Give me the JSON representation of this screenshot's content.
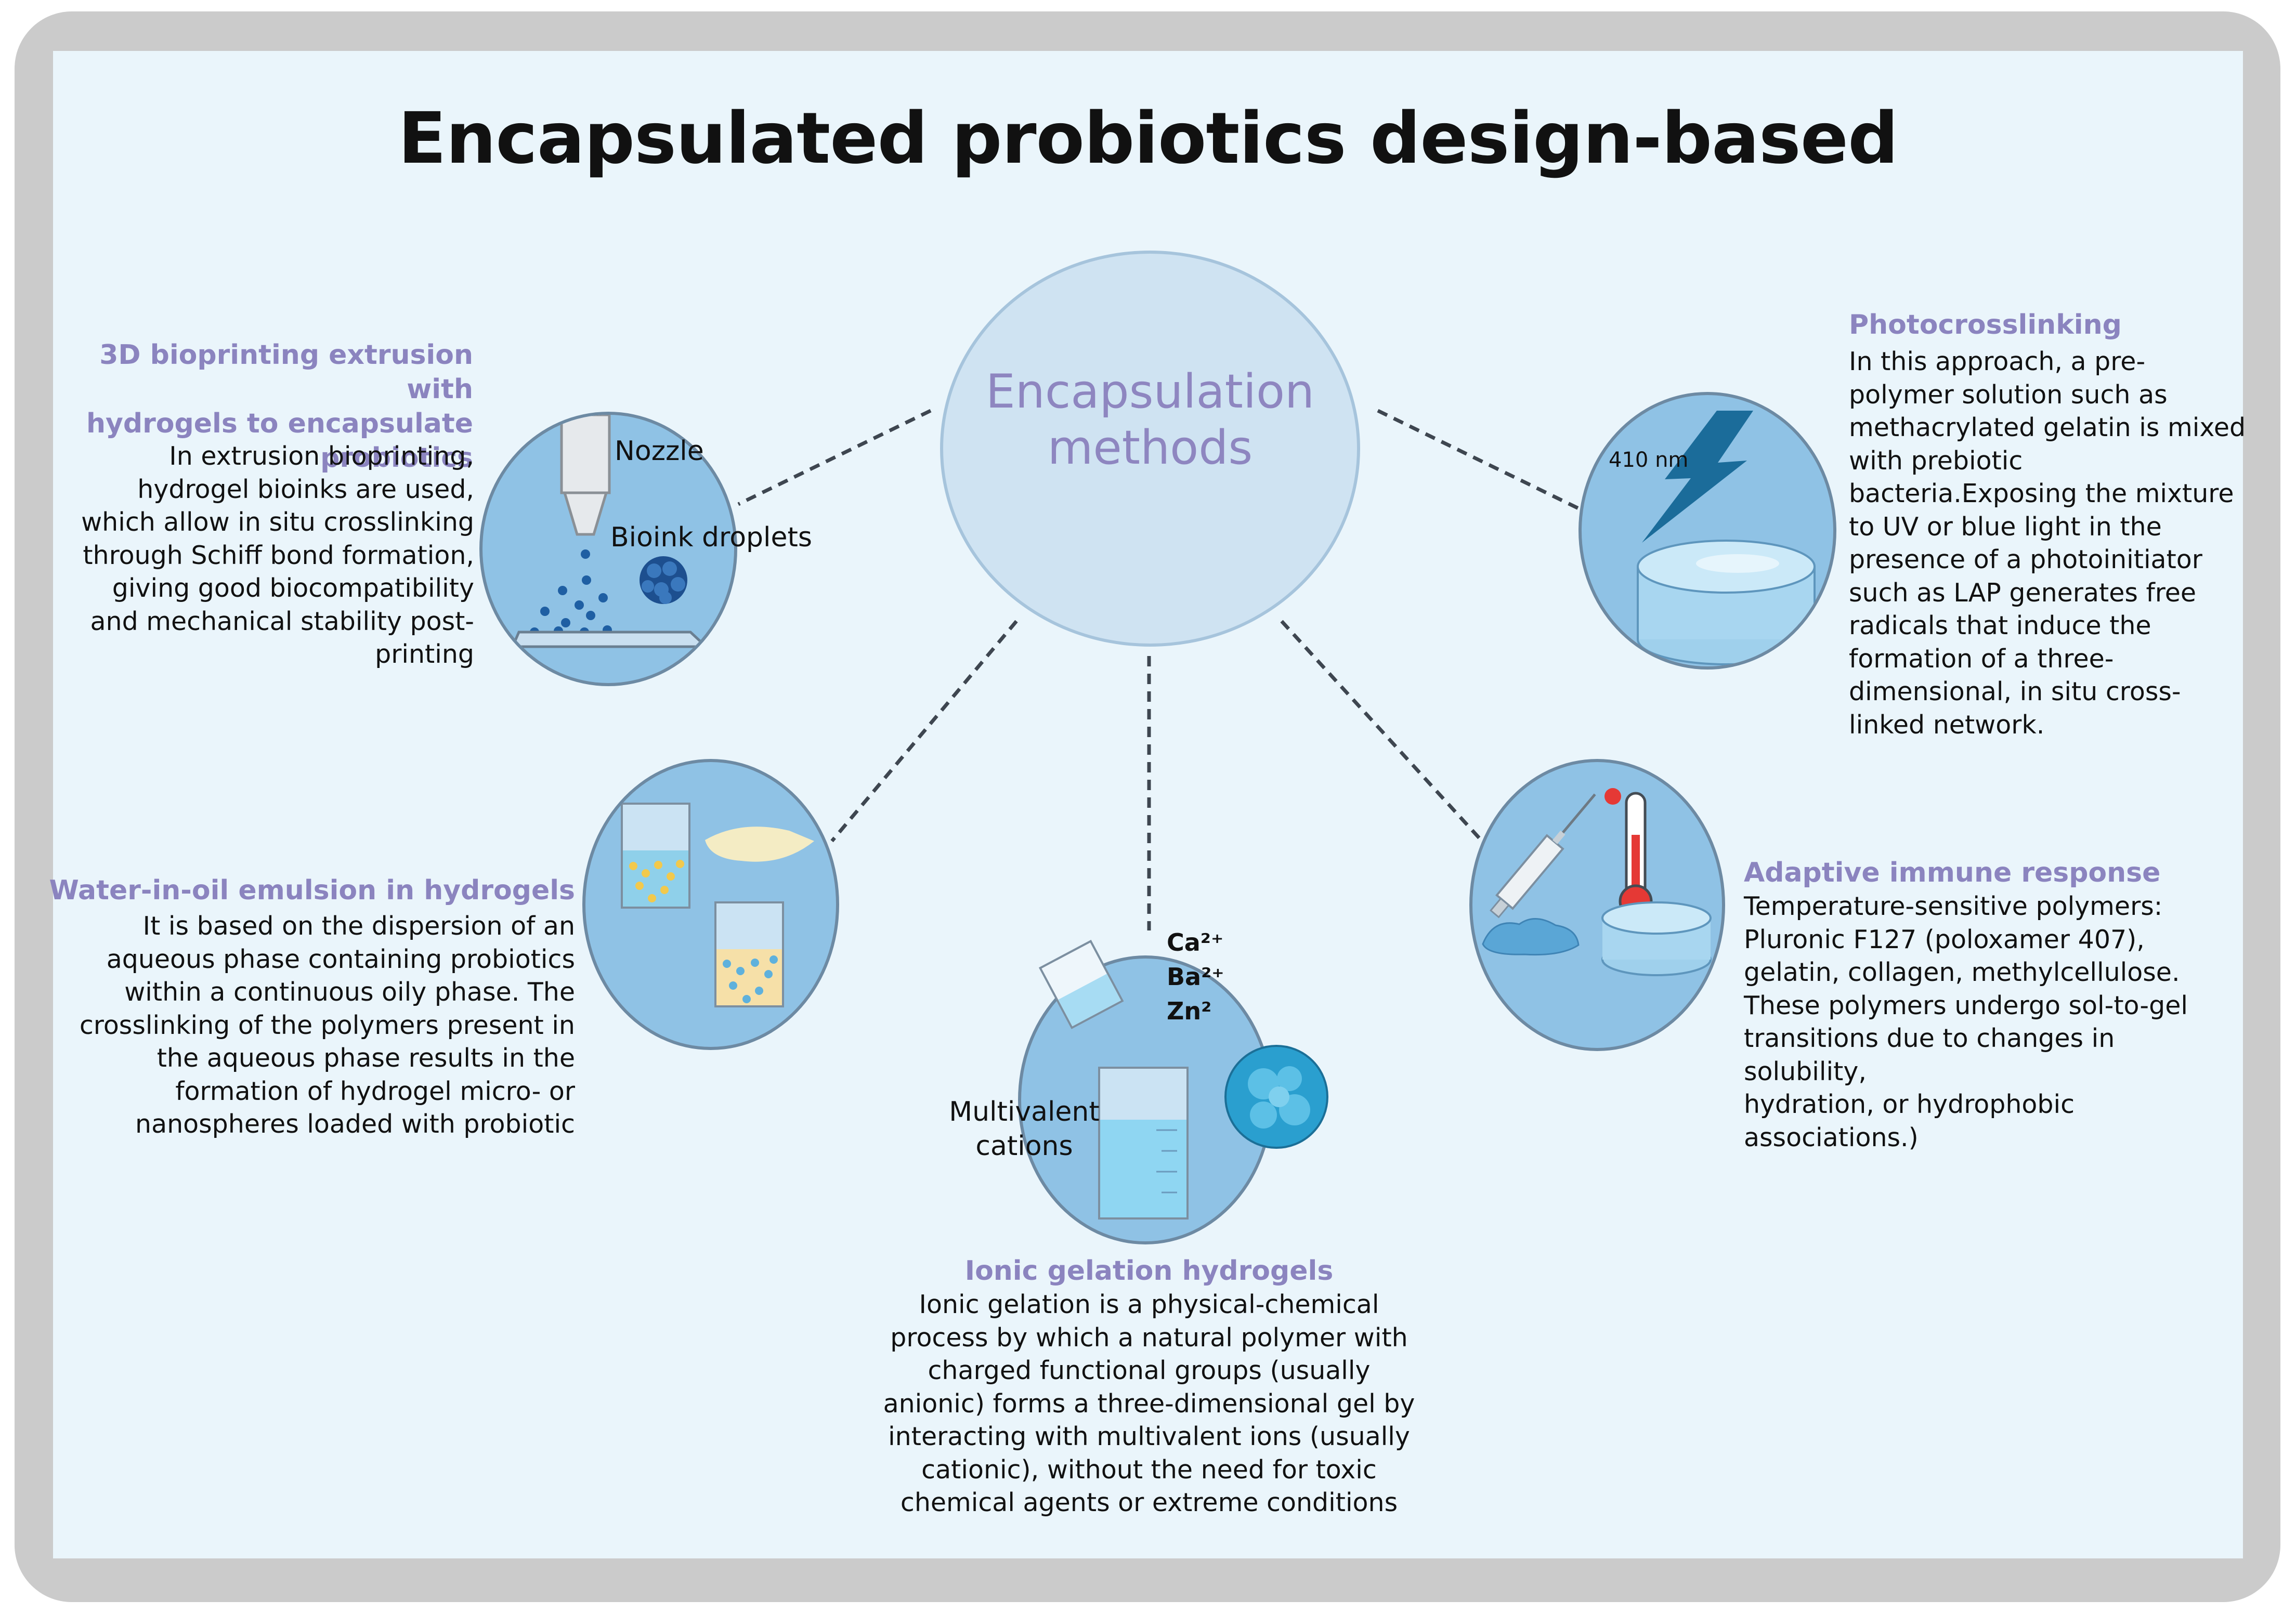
{
  "title": "Encapsulated probiotics design-based",
  "center": {
    "line1": "Encapsulation",
    "line2": "methods"
  },
  "methods": {
    "bioprinting": {
      "heading": [
        "3D bioprinting extrusion with",
        "hydrogels to encapsulate",
        "probiotics"
      ],
      "body": [
        "In extrusion bioprinting,",
        "hydrogel bioinks  are used,",
        "which allow in situ crosslinking",
        "through Schiff bond formation,",
        "giving good biocompatibility",
        "and mechanical stability post-",
        "printing"
      ],
      "labels": {
        "nozzle": "Nozzle",
        "droplets": "Bioink droplets"
      }
    },
    "photocrosslinking": {
      "heading": [
        "Photocrosslinking"
      ],
      "body": [
        "In this approach, a pre-",
        "polymer solution such as",
        "methacrylated gelatin is mixed",
        "with prebiotic",
        "bacteria.Exposing the mixture",
        "to UV or blue light in the",
        "presence of a photoinitiator",
        "such as LAP generates free",
        "radicals that induce the",
        "formation of a three-",
        "dimensional, in situ cross-",
        "linked network."
      ],
      "labels": {
        "wavelength": "410 nm"
      }
    },
    "emulsion": {
      "heading": [
        "Water-in-oil emulsion in hydrogels"
      ],
      "body": [
        "It is based on the dispersion of an",
        "aqueous phase containing probiotics",
        "within a continuous oily phase. The",
        "crosslinking of the polymers present in",
        "the aqueous phase results in the",
        "formation of hydrogel micro- or",
        "nanospheres loaded with probiotic"
      ]
    },
    "ionic": {
      "heading": [
        "Ionic gelation hydrogels"
      ],
      "body": [
        "Ionic gelation is a physical-chemical",
        "process by which a natural polymer with",
        "charged functional groups (usually",
        "anionic) forms a three-dimensional gel by",
        "interacting with multivalent ions (usually",
        "cationic), without the need for toxic",
        "chemical agents or extreme conditions"
      ],
      "labels": {
        "ions": [
          "Ca²⁺",
          "Ba²⁺",
          "Zn²"
        ],
        "cations": [
          "Multivalent",
          "cations"
        ]
      }
    },
    "thermo": {
      "heading": [
        "Adaptive immune response"
      ],
      "body": [
        "Temperature-sensitive polymers:",
        "Pluronic F127 (poloxamer 407),",
        "gelatin, collagen, methylcellulose.",
        "These polymers undergo sol-to-gel",
        "transitions due to changes in solubility,",
        "hydration, or hydrophobic",
        "associations.)"
      ]
    }
  },
  "colors": {
    "heading": "#8b84bf",
    "circle_fill": "#8fc2e5",
    "center_fill": "#cfe3f2",
    "panel": "#eaf5fb",
    "frame": "#cbcbcb"
  }
}
